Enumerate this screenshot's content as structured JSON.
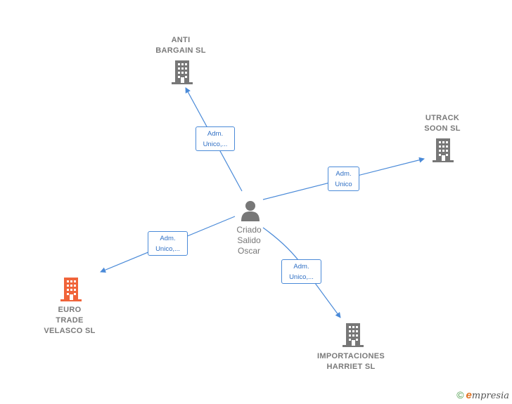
{
  "person": {
    "name": "Criado\nSalido\nOscar",
    "icon": "person-icon"
  },
  "companies": [
    {
      "id": "anti",
      "name": "ANTI\nBARGAIN  SL",
      "icon": "building-icon",
      "color": "#777777"
    },
    {
      "id": "utrack",
      "name": "UTRACK\nSOON  SL",
      "icon": "building-icon",
      "color": "#777777"
    },
    {
      "id": "euro",
      "name": "EURO\nTRADE\nVELASCO  SL",
      "icon": "building-icon",
      "color": "#f0643a"
    },
    {
      "id": "importaciones",
      "name": "IMPORTACIONES\nHARRIET  SL",
      "icon": "building-icon",
      "color": "#777777"
    }
  ],
  "edges": [
    {
      "to": "anti",
      "label": "Adm.\nUnico,..."
    },
    {
      "to": "utrack",
      "label": "Adm.\nUnico"
    },
    {
      "to": "euro",
      "label": "Adm.\nUnico,..."
    },
    {
      "to": "importaciones",
      "label": "Adm.\nUnico,..."
    }
  ],
  "colors": {
    "edge": "#4a8ad8",
    "highlight": "#f0643a",
    "neutral": "#777777"
  },
  "footer": {
    "copyright_symbol": "©",
    "brand_initial": "e",
    "brand_rest": "mpresia"
  }
}
